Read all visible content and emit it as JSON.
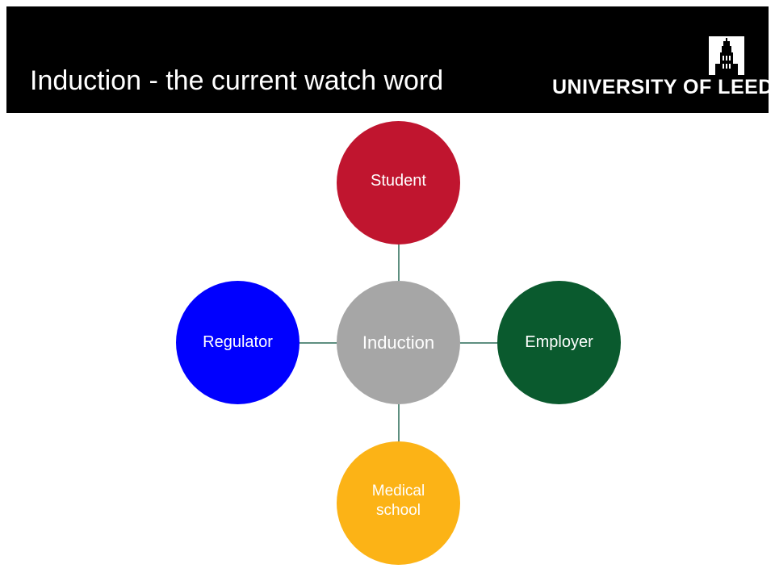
{
  "header": {
    "title": "Induction - the current watch word",
    "logo_text": "UNIVERSITY OF LEEDS"
  },
  "diagram": {
    "center": {
      "label": "Induction",
      "color": "#a6a6a6"
    },
    "satellites": [
      {
        "id": "student",
        "label": "Student",
        "color": "#c0152f"
      },
      {
        "id": "employer",
        "label": "Employer",
        "color": "#0a5a2e"
      },
      {
        "id": "medical",
        "label": "Medical school",
        "color": "#fcb316"
      },
      {
        "id": "regulator",
        "label": "Regulator",
        "color": "#0000ff"
      }
    ],
    "connector_color": "#5e8f80"
  }
}
